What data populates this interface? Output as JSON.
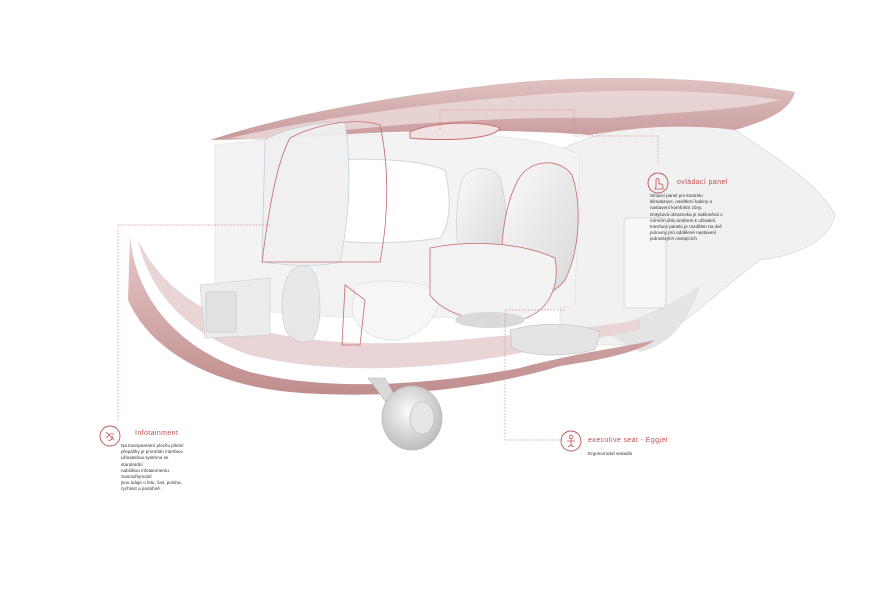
{
  "colors": {
    "accent": "#c05050",
    "hull_shadow": "#d9b6b6",
    "hull_light": "#f3eeee",
    "interior": "#f4f4f4"
  },
  "callouts": {
    "control_panel": {
      "icon": "touch-hand-icon",
      "title": "ovládací panel",
      "body": "Stropní panel pro kontrolu\nklimatizace, osvětlení kabiny a\nnastavení komfortní zóny.\nDotyková obrazovka je nakloněná v\nmírném úhlu směrem k uživateli.\nInterface panelu je rozdělen na dvě\npoloviny pro oddělené nastavení\njednotlivých cestujících"
    },
    "infotainment": {
      "icon": "infotainment-icon",
      "title": "Infotainment",
      "body": "Na transparentní plochu pilotní\npřepážky je promítán interface\nuživatelova systému se standardní\nnabídkou infotainmentu. Samozřejmostí\njsou údaje o letu, čas, poloha,\nrychlost a podobně."
    },
    "executive_seat": {
      "icon": "seat-person-icon",
      "title": "executive seat - Eggjet",
      "body": "Ergonomické sedadlo"
    }
  }
}
